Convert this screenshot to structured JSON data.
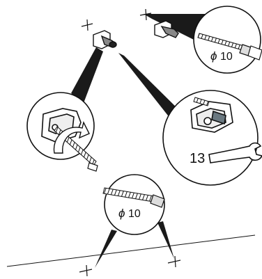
{
  "callouts": {
    "drill_top_right": {
      "symbol": "ϕ",
      "size": "10"
    },
    "wrench": {
      "size": "13"
    },
    "drill_bottom": {
      "symbol": "ϕ",
      "size": "10"
    }
  },
  "colors": {
    "line": "#111111",
    "beam": "#1a1a1a",
    "paper": "#ffffff"
  }
}
